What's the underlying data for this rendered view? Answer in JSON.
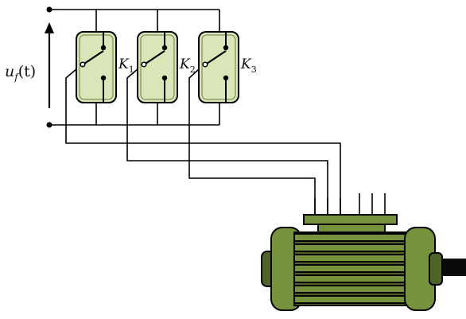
{
  "labels": {
    "voltage_symbol": "u",
    "voltage_subscript": "f",
    "voltage_arg": "(t)",
    "switches": [
      {
        "symbol": "K",
        "subscript": "1"
      },
      {
        "symbol": "K",
        "subscript": "2"
      },
      {
        "symbol": "K",
        "subscript": "3"
      }
    ]
  },
  "colors": {
    "switch_fill": "#d8e6b8",
    "motor_green": "#76923c",
    "motor_dark": "#4f6228"
  }
}
